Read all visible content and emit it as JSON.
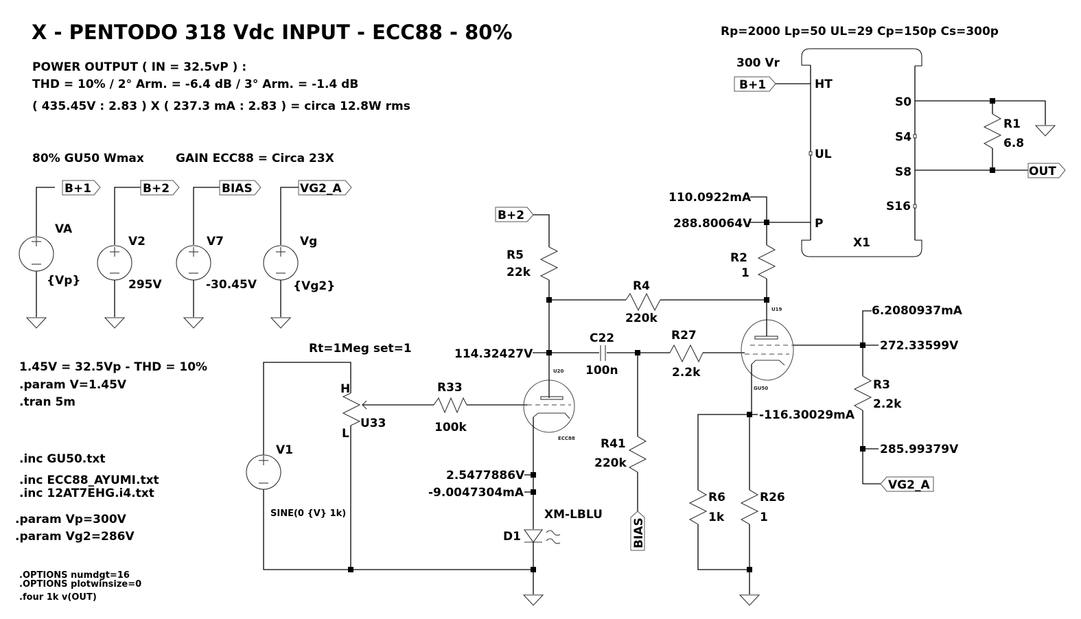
{
  "title": "X - PENTODO 318 Vdc INPUT - ECC88 - 80%",
  "notes": {
    "power_output": "POWER OUTPUT ( IN = 32.5vP ) :",
    "thd": "THD = 10% / 2° Arm. = -6.4 dB / 3° Arm. = -1.4 dB",
    "power_calc": "( 435.45V : 2.83 ) X ( 237.3 mA : 2.83 ) = circa 12.8W rms",
    "wmax": "80% GU50 Wmax",
    "gain": "GAIN ECC88 = Circa 23X",
    "input_level": "1.45V = 32.5Vp - THD = 10%",
    "param_v": ".param V=1.45V",
    "tran": ".tran 5m",
    "inc1": ".inc GU50.txt",
    "inc2": ".inc ECC88_AYUMI.txt",
    "inc3": ".inc 12AT7EHG.i4.txt",
    "param_vp": ".param Vp=300V",
    "param_vg2": ".param Vg2=286V",
    "opt1": ".OPTIONS numdgt=16",
    "opt2": ".OPTIONS plotwinsize=0",
    "four": ".four 1k v(OUT)"
  },
  "transformer": {
    "params": "Rp=2000 Lp=50 UL=29 Cp=150p Cs=300p",
    "name": "X1",
    "supply_label": "300 Vr",
    "pins": {
      "ht": "HT",
      "ul": "UL",
      "p": "P",
      "s0": "S0",
      "s4": "S4",
      "s8": "S8",
      "s16": "S16"
    }
  },
  "sources": [
    {
      "name": "VA",
      "value": "{Vp}",
      "net": "B+1"
    },
    {
      "name": "V2",
      "value": "295V",
      "net": "B+2"
    },
    {
      "name": "V7",
      "value": "-30.45V",
      "net": "BIAS"
    },
    {
      "name": "Vg",
      "value": "{Vg2}",
      "net": "VG2_A"
    }
  ],
  "input": {
    "source_name": "V1",
    "source_value": "SINE(0 {V} 1k)",
    "pot_params": "Rt=1Meg set=1",
    "pot_name": "U33",
    "pot_h": "H",
    "pot_l": "L"
  },
  "components": {
    "r1": {
      "name": "R1",
      "value": "6.8"
    },
    "r2": {
      "name": "R2",
      "value": "1"
    },
    "r3": {
      "name": "R3",
      "value": "2.2k"
    },
    "r4": {
      "name": "R4",
      "value": "220k"
    },
    "r5": {
      "name": "R5",
      "value": "22k"
    },
    "r6": {
      "name": "R6",
      "value": "1k"
    },
    "r26": {
      "name": "R26",
      "value": "1"
    },
    "r27": {
      "name": "R27",
      "value": "2.2k"
    },
    "r33": {
      "name": "R33",
      "value": "100k"
    },
    "r41": {
      "name": "R41",
      "value": "220k"
    },
    "c22": {
      "name": "C22",
      "value": "100n"
    },
    "d1": {
      "name": "D1",
      "value": "XM-LBLU"
    },
    "u19": {
      "name": "U19",
      "model": "GU50"
    },
    "u20": {
      "name": "U20",
      "model": "ECC88"
    }
  },
  "net_flags": {
    "b1": "B+1",
    "b2": "B+2",
    "bias": "BIAS",
    "vg2a": "VG2_A",
    "out": "OUT"
  },
  "measurements": {
    "plate_current": "110.0922mA",
    "plate_voltage": "288.80064V",
    "driver_plate_voltage": "114.32427V",
    "screen_current": "6.2080937mA",
    "screen_voltage": "272.33599V",
    "cathode_current": "-116.30029mA",
    "screen_supply_voltage": "285.99379V",
    "driver_cathode_voltage": "2.5477886V",
    "driver_cathode_current": "-9.0047304mA"
  }
}
